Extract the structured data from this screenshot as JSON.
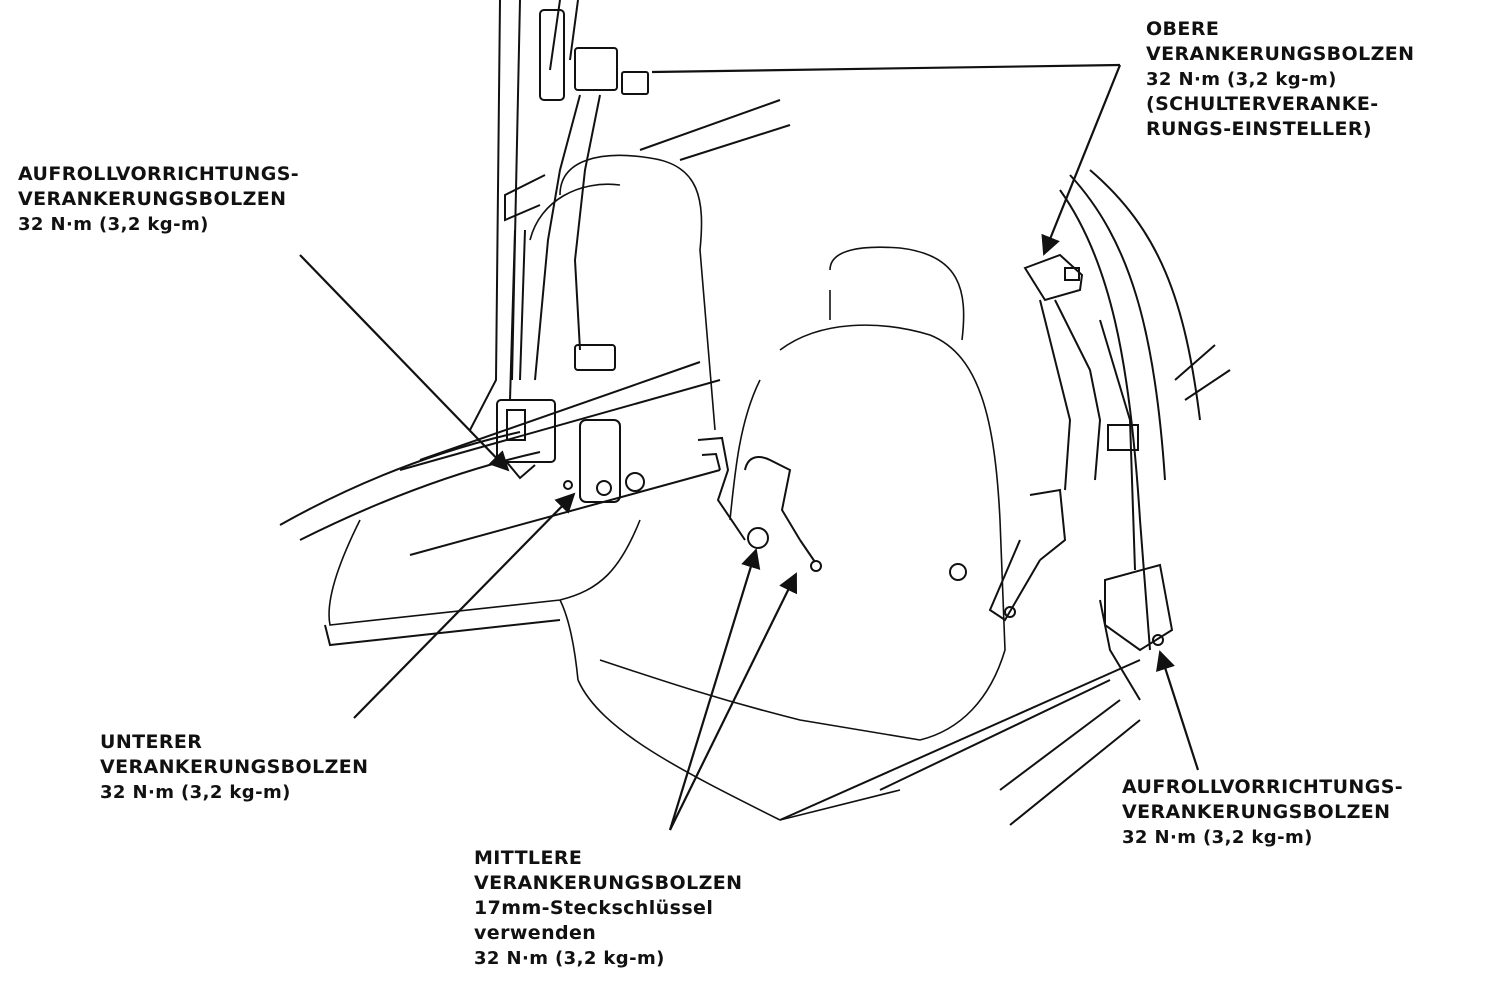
{
  "callouts": {
    "upper_anchor": {
      "line1": "OBERE",
      "line2": "VERANKERUNGSBOLZEN",
      "torque": "32 N·m (3,2 kg-m)",
      "line4": "(SCHULTERVERANKE-",
      "line5": "RUNGS-EINSTELLER)"
    },
    "retractor_left": {
      "line1": "AUFROLLVORRICHTUNGS-",
      "line2": "VERANKERUNGSBOLZEN",
      "torque": "32 N·m (3,2 kg-m)"
    },
    "lower_anchor": {
      "line1": "UNTERER",
      "line2": "VERANKERUNGSBOLZEN",
      "torque": "32 N·m (3,2 kg-m)"
    },
    "middle_anchor": {
      "line1": "MITTLERE",
      "line2": "VERANKERUNGSBOLZEN",
      "line3": "17mm-Steckschlüssel",
      "line4": "verwenden",
      "torque": "32 N·m (3,2 kg-m)"
    },
    "retractor_right": {
      "line1": "AUFROLLVORRICHTUNGS-",
      "line2": "VERANKERUNGSBOLZEN",
      "torque": "32 N·m (3,2 kg-m)"
    }
  },
  "colors": {
    "ink": "#111111",
    "paper": "#ffffff"
  }
}
